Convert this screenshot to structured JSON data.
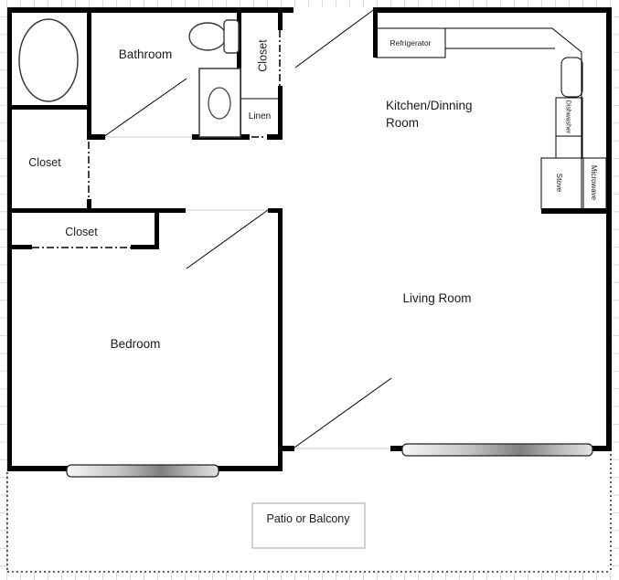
{
  "rooms": {
    "bathroom": "Bathroom",
    "closet_hall": "Closet",
    "linen": "Linen",
    "kitchen_line1": "Kitchen/Dinning",
    "kitchen_line2": "Room",
    "closet_left": "Closet",
    "closet_bedroom": "Closet",
    "bedroom": "Bedroom",
    "living_room": "Living Room",
    "patio": "Patio or Balcony"
  },
  "appliances": {
    "refrigerator": "Refrigerator",
    "dishwasher": "Dishwasher",
    "stove": "Stove",
    "microwave": "Microwave"
  },
  "fixtures": [
    "bathtub-icon",
    "toilet-icon",
    "vanity-sink-icon",
    "kitchen-sink-icon",
    "bedroom-window",
    "living-room-window"
  ],
  "colors": {
    "wall": "#000000",
    "grid": "#d9d9d9",
    "faint_line": "#cccccc",
    "fixture_stroke": "#3a3a3a",
    "patio_box_border": "#a6a6a6",
    "window_dark": "#7e7e7e"
  }
}
